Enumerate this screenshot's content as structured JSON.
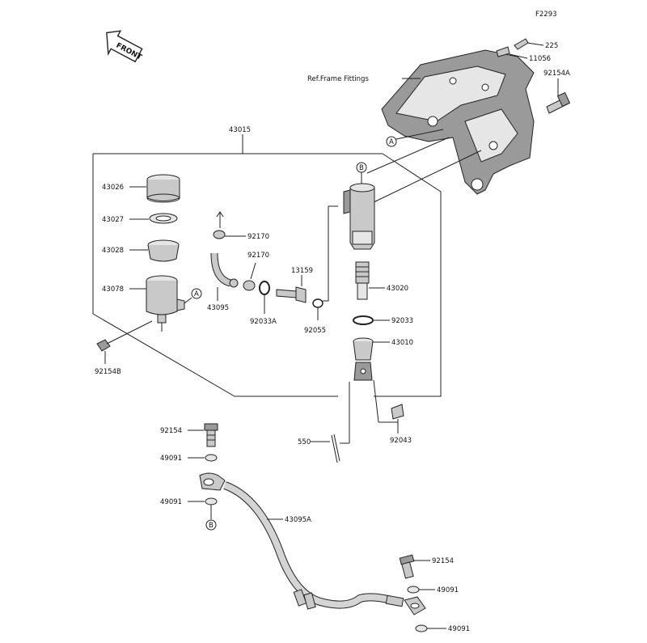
{
  "diagram": {
    "figure_code": "F2293",
    "front_label": "FRONT",
    "ref_label": "Ref.Frame Fittings",
    "letters": {
      "a": "A",
      "b": "B"
    },
    "callouts": {
      "p225": "225",
      "p11056": "11056",
      "p92154A": "92154A",
      "p43015": "43015",
      "p43026": "43026",
      "p43027": "43027",
      "p43028": "43028",
      "p43078": "43078",
      "p92154B": "92154B",
      "p92170a": "92170",
      "p92170b": "92170",
      "p43095": "43095",
      "p92033A": "92033A",
      "p13159": "13159",
      "p92055": "92055",
      "p43020": "43020",
      "p92033": "92033",
      "p43010": "43010",
      "p92043": "92043",
      "p550": "550",
      "p92154a": "92154",
      "p49091a": "49091",
      "p49091b": "49091",
      "p43095A": "43095A",
      "p92154b": "92154",
      "p49091c": "49091",
      "p49091d": "49091"
    }
  }
}
